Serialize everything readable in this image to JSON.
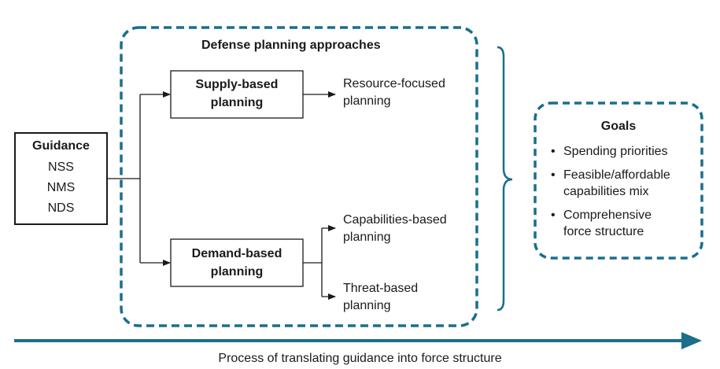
{
  "guidance": {
    "title": "Guidance",
    "items": [
      "NSS",
      "NMS",
      "NDS"
    ]
  },
  "approaches": {
    "title": "Defense planning approaches",
    "supply": {
      "line1": "Supply-based",
      "line2": "planning"
    },
    "demand": {
      "line1": "Demand-based",
      "line2": "planning"
    },
    "resource": {
      "line1": "Resource-focused",
      "line2": "planning"
    },
    "capabilities": {
      "line1": "Capabilities-based",
      "line2": "planning"
    },
    "threat": {
      "line1": "Threat-based",
      "line2": "planning"
    }
  },
  "goals": {
    "title": "Goals",
    "items": [
      {
        "line1": "Spending priorities",
        "line2": ""
      },
      {
        "line1": "Feasible/affordable",
        "line2": "capabilities mix"
      },
      {
        "line1": "Comprehensive",
        "line2": "force structure"
      }
    ]
  },
  "process_label": "Process of translating guidance into force structure",
  "colors": {
    "accent": "#1a6e8e",
    "line": "#1a1a1a"
  }
}
